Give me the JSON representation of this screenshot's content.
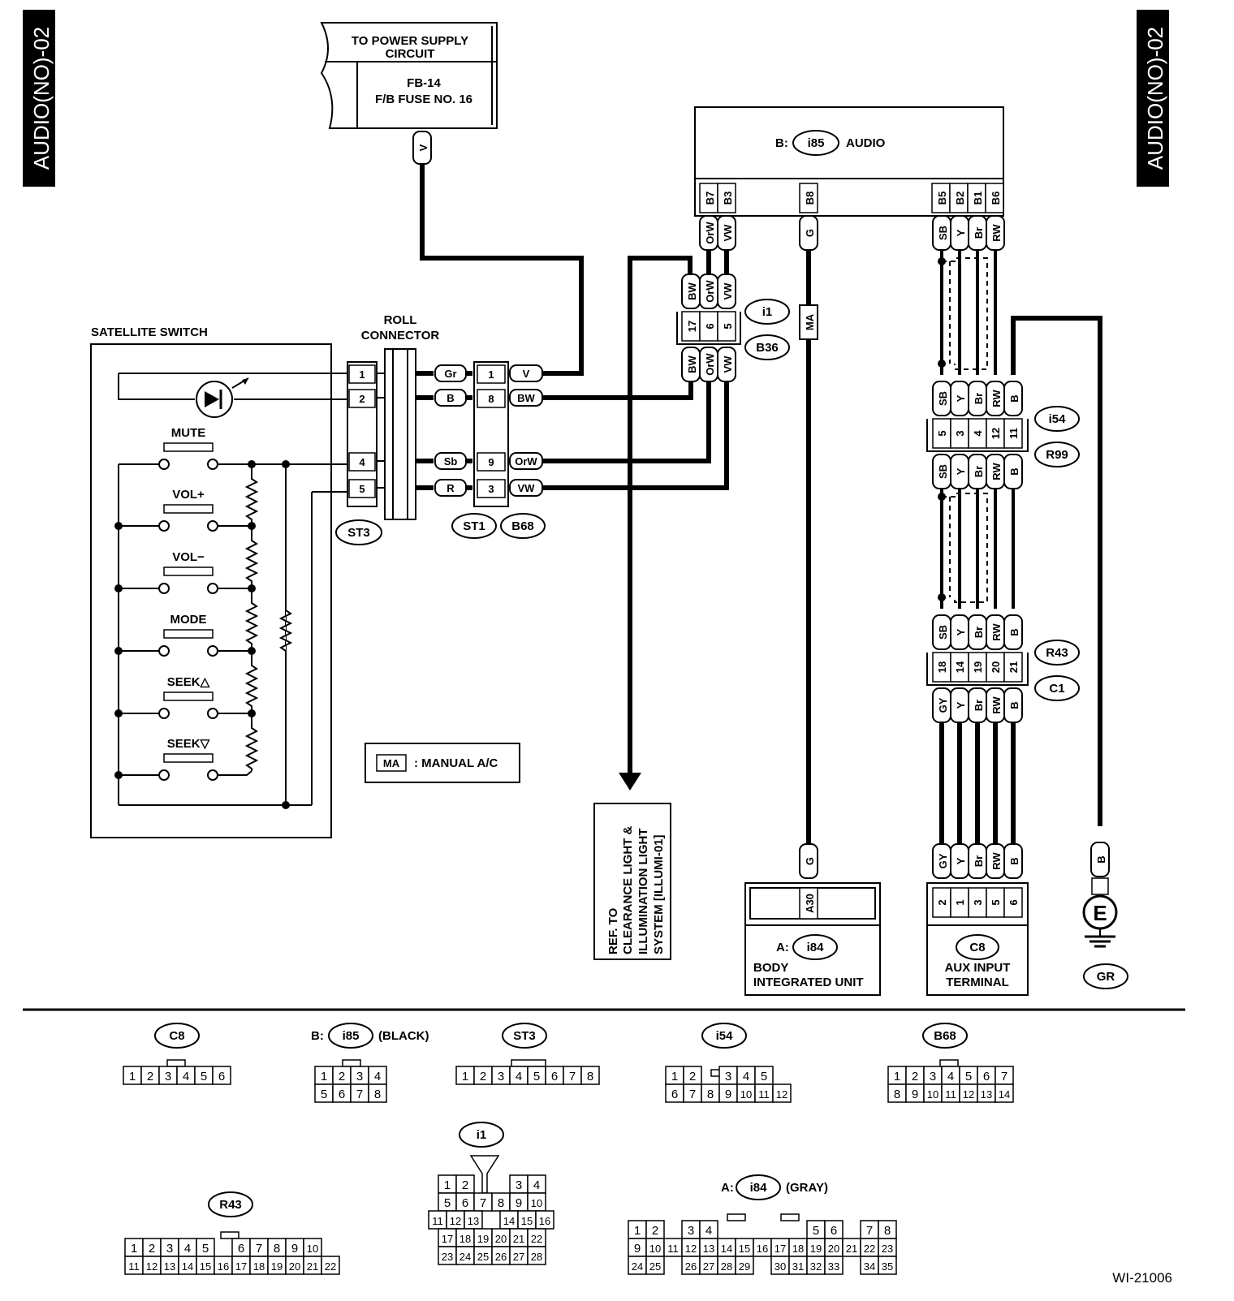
{
  "page": {
    "tab_left": "AUDIO(NO)-02",
    "tab_right": "AUDIO(NO)-02",
    "figure_id": "WI-21006"
  },
  "power": {
    "title_line1": "TO POWER SUPPLY",
    "title_line2": "CIRCUIT",
    "fuse_line1": "FB-14",
    "fuse_line2": "F/B FUSE NO. 16",
    "wire": "V"
  },
  "audio": {
    "prefix": "B:",
    "connector": "i85",
    "name": "AUDIO",
    "pins_left": [
      "B7",
      "B3"
    ],
    "pin_mid": "B8",
    "pins_right": [
      "B5",
      "B2",
      "B1",
      "B6"
    ],
    "wires_left": [
      "OrW",
      "VW"
    ],
    "wire_mid": "G",
    "wires_right": [
      "SB",
      "Y",
      "Br",
      "RW"
    ]
  },
  "satellite": {
    "title": "SATELLITE SWITCH",
    "buttons": [
      "MUTE",
      "VOL+",
      "VOL−",
      "MODE",
      "SEEK△",
      "SEEK▽"
    ],
    "pins": [
      "1",
      "2",
      "4",
      "5"
    ],
    "connector": "ST3"
  },
  "roll": {
    "title_line1": "ROLL",
    "title_line2": "CONNECTOR",
    "wires_in": [
      "Gr",
      "B",
      "Sb",
      "R"
    ],
    "pins": [
      "1",
      "8",
      "9",
      "3"
    ],
    "wires_out": [
      "V",
      "BW",
      "OrW",
      "VW"
    ],
    "conn1": "ST1",
    "conn2": "B68"
  },
  "i1": {
    "top_wires": [
      "BW",
      "OrW",
      "VW"
    ],
    "pins": [
      "17",
      "6",
      "5"
    ],
    "bottom_wires": [
      "BW",
      "OrW",
      "VW"
    ],
    "conn1": "i1",
    "conn2": "B36"
  },
  "ma_wire": "MA",
  "legend": {
    "code": "MA",
    "text": ": MANUAL A/C"
  },
  "ref": {
    "line1": "REF. TO",
    "line2": "CLEARANCE LIGHT &",
    "line3": "ILLUMINATION LIGHT",
    "line4": "SYSTEM [ILLUMI-01]"
  },
  "i54": {
    "top_wires": [
      "SB",
      "Y",
      "Br",
      "RW",
      "B"
    ],
    "pins": [
      "5",
      "3",
      "4",
      "12",
      "11"
    ],
    "bottom_wires": [
      "SB",
      "Y",
      "Br",
      "RW",
      "B"
    ],
    "conn1": "i54",
    "conn2": "R99"
  },
  "r43": {
    "top_wires": [
      "SB",
      "Y",
      "Br",
      "RW",
      "B"
    ],
    "pins": [
      "18",
      "14",
      "19",
      "20",
      "21"
    ],
    "bottom_wires": [
      "GY",
      "Y",
      "Br",
      "RW",
      "B"
    ],
    "conn1": "R43",
    "conn2": "C1"
  },
  "body_unit": {
    "wire": "G",
    "pin": "A30",
    "prefix": "A:",
    "connector": "i84",
    "line1": "BODY",
    "line2": "INTEGRATED UNIT"
  },
  "aux": {
    "wires": [
      "GY",
      "Y",
      "Br",
      "RW",
      "B"
    ],
    "pins": [
      "2",
      "1",
      "3",
      "5",
      "6"
    ],
    "connector": "C8",
    "line1": "AUX INPUT",
    "line2": "TERMINAL"
  },
  "ground": {
    "wire": "B",
    "symbol": "E",
    "connector": "GR"
  },
  "connectors": {
    "c8": {
      "label": "C8",
      "row1": [
        "1",
        "2",
        "3",
        "4",
        "5",
        "6"
      ]
    },
    "i85": {
      "prefix": "B:",
      "label": "i85",
      "note": "(BLACK)",
      "row1": [
        "1",
        "2",
        "3",
        "4"
      ],
      "row2": [
        "5",
        "6",
        "7",
        "8"
      ]
    },
    "st3": {
      "label": "ST3",
      "row1": [
        "1",
        "2",
        "3",
        "4",
        "5",
        "6",
        "7",
        "8"
      ]
    },
    "i54": {
      "label": "i54",
      "row1": [
        "1",
        "2",
        "",
        "3",
        "4",
        "5"
      ],
      "row2": [
        "6",
        "7",
        "8",
        "9",
        "10",
        "11",
        "12"
      ]
    },
    "b68": {
      "label": "B68",
      "row1": [
        "1",
        "2",
        "3",
        "4",
        "5",
        "6",
        "7"
      ],
      "row2": [
        "8",
        "9",
        "10",
        "11",
        "12",
        "13",
        "14"
      ]
    },
    "r43": {
      "label": "R43",
      "row1": [
        "1",
        "2",
        "3",
        "4",
        "5",
        "",
        "6",
        "7",
        "8",
        "9",
        "10"
      ],
      "row2": [
        "11",
        "12",
        "13",
        "14",
        "15",
        "16",
        "17",
        "18",
        "19",
        "20",
        "21",
        "22"
      ]
    },
    "i1": {
      "label": "i1",
      "row1": [
        "1",
        "2",
        "",
        "",
        "3",
        "4"
      ],
      "row2": [
        "5",
        "6",
        "7",
        "8",
        "9",
        "10"
      ],
      "row3": [
        "11",
        "12",
        "13",
        "",
        "14",
        "15",
        "16"
      ],
      "row4": [
        "17",
        "18",
        "19",
        "20",
        "21",
        "22"
      ],
      "row5": [
        "23",
        "24",
        "25",
        "26",
        "27",
        "28"
      ]
    },
    "i84": {
      "prefix": "A:",
      "label": "i84",
      "note": "(GRAY)",
      "row1": [
        "1",
        "2",
        "3",
        "4",
        "5",
        "6",
        "7",
        "8"
      ],
      "row2": [
        "9",
        "10",
        "11",
        "12",
        "13",
        "14",
        "15",
        "16",
        "17",
        "18",
        "19",
        "20",
        "21",
        "22",
        "23"
      ],
      "row3": [
        "24",
        "25",
        "26",
        "27",
        "28",
        "29",
        "30",
        "31",
        "32",
        "33",
        "34",
        "35"
      ]
    }
  }
}
